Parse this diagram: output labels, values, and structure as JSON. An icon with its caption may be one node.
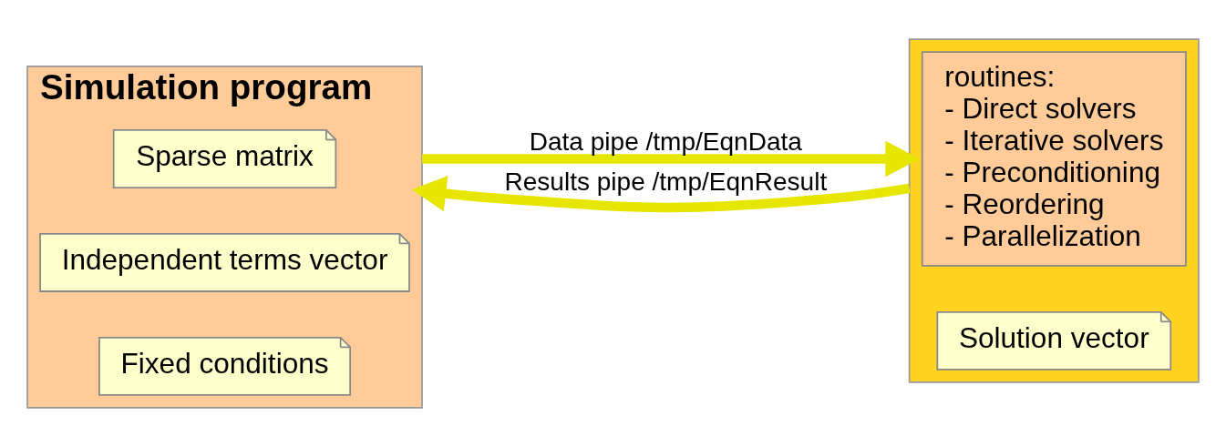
{
  "diagram": {
    "nodes": [
      {
        "text": [
          "Simulation program"
        ]
      },
      {
        "text": [
          "Sparse matrix"
        ],
        "in": 0
      },
      {
        "text": [
          "Independent terms vector"
        ],
        "in": 0
      },
      {
        "text": [
          "Fixed conditions"
        ],
        "in": 0
      },
      {
        "text": [],
        "shape": "box"
      },
      {
        "text": [
          "routines:",
          "- Direct solvers",
          "- Iterative solvers",
          "- Preconditioning",
          "- Reordering",
          "- Parallelization"
        ],
        "in": 4
      },
      {
        "text": [
          "Solution vector"
        ],
        "in": 4
      }
    ],
    "edges": [
      {
        "from": 0,
        "to": 4,
        "arrow": "to",
        "label": "Data pipe /tmp/EqnData"
      },
      {
        "from": 4,
        "to": 0,
        "arrow": "to",
        "label": "Results pipe /tmp/EqnResult"
      }
    ]
  }
}
